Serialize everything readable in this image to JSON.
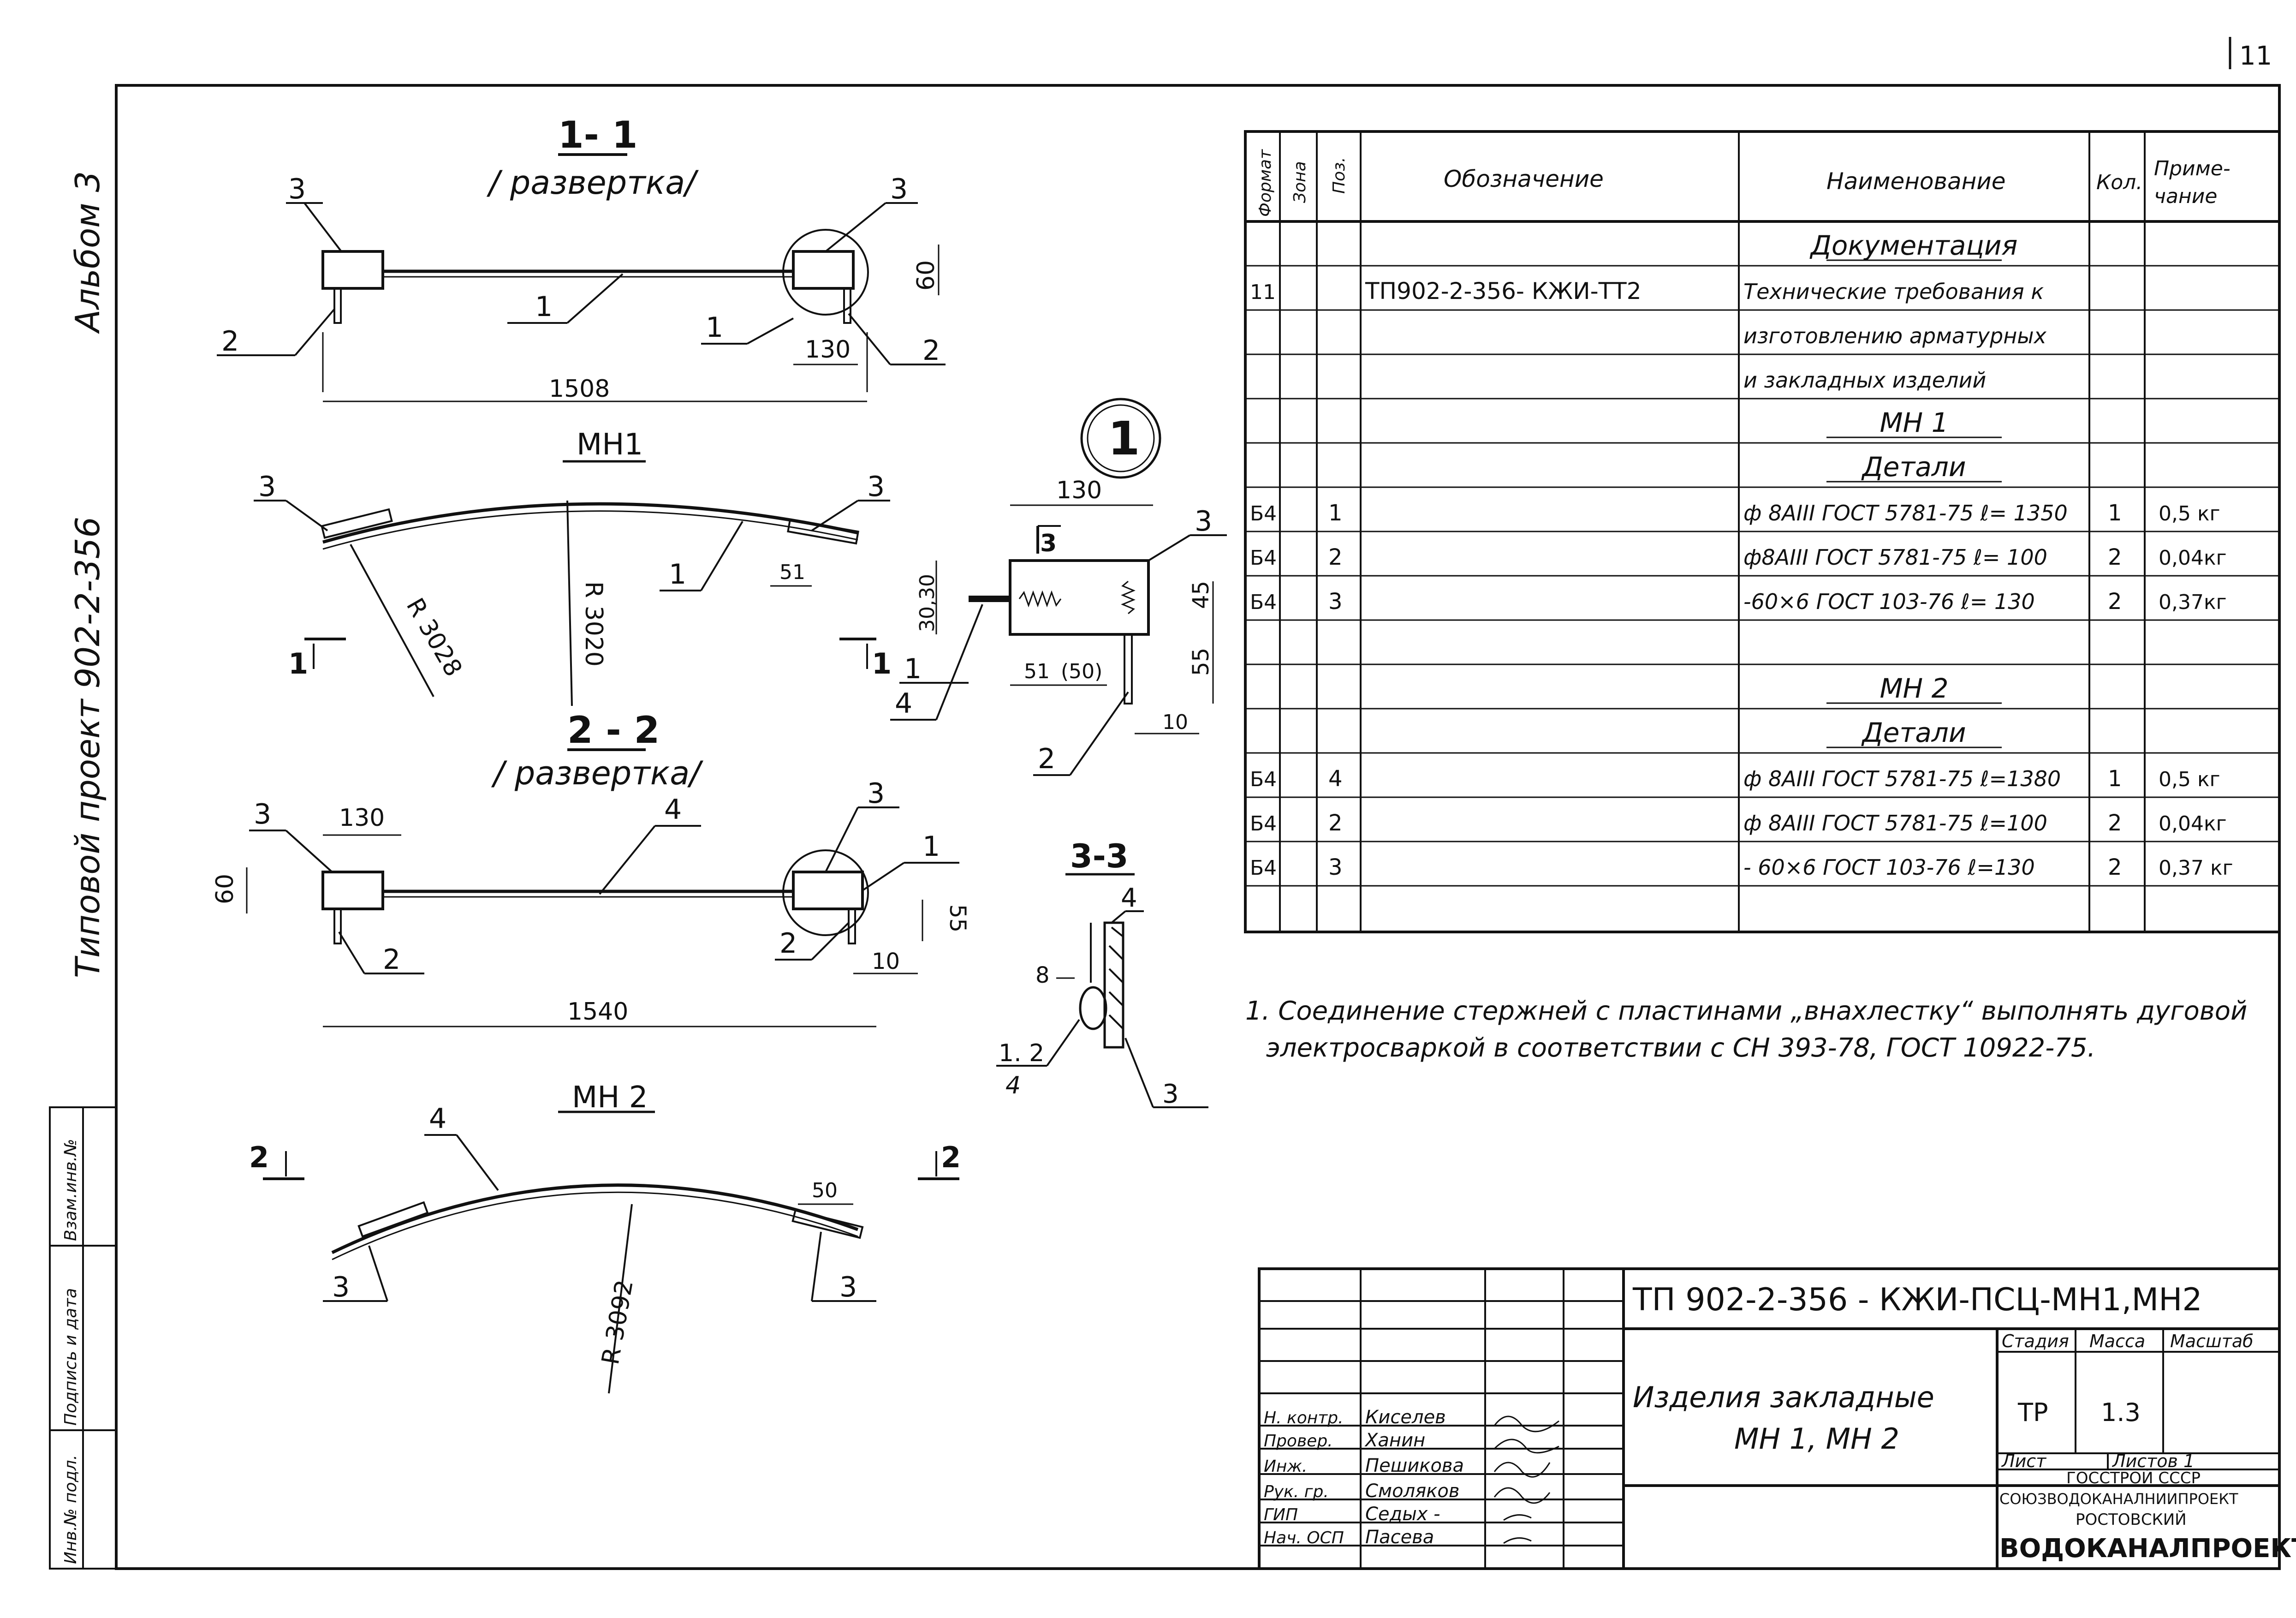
{
  "page_number": "11",
  "margin": {
    "album": "Альбом 3",
    "project": "Типовой проект 902-2-356",
    "stamp_cols": [
      "Инв.№ подл.",
      "Подпись и дата",
      "Взам.инв.№"
    ]
  },
  "views": {
    "sec11": {
      "title": "1- 1",
      "subtitle": "/ развертка/",
      "dim_len": "1508",
      "dim_w": "130",
      "dim_h": "60",
      "pos": [
        "3",
        "2",
        "1",
        "1",
        "3",
        "2"
      ]
    },
    "mn1": {
      "title": "МН1",
      "radius_inner": "R 3020",
      "radius_outer": "R 3028",
      "dim_plate": "51",
      "pos": [
        "3",
        "3",
        "1"
      ],
      "cut_left": "1",
      "cut_right": "1"
    },
    "sec22": {
      "title": "2 - 2",
      "subtitle": "/ развертка/",
      "dim_len": "1540",
      "dim_w": "130",
      "dim_h": "60",
      "dim_55": "55",
      "dim_10": "10",
      "pos": [
        "3",
        "2",
        "4",
        "3",
        "1",
        "2"
      ]
    },
    "mn2": {
      "title": "МН 2",
      "radius": "R 3092",
      "dim_plate": "50",
      "pos": [
        "4",
        "3",
        "3"
      ],
      "cut_left": "2",
      "cut_right": "2"
    },
    "node1": {
      "label": "1",
      "dim_w": "130",
      "dim_3030": "30,30",
      "dim_45": "45",
      "dim_55": "55",
      "dim_51": "51",
      "dim_50": "(50)",
      "dim_10": "10",
      "pos": [
        "3",
        "1",
        "4",
        "2"
      ],
      "cut": "3"
    },
    "sec33": {
      "title": "3-3",
      "dim_8": "8",
      "pos": [
        "4",
        "3"
      ],
      "weld": "1. 2",
      "weld2": "4"
    }
  },
  "spec": {
    "headers": {
      "format": "Формат",
      "zone": "Зона",
      "pos": "Поз.",
      "designation": "Обозначение",
      "name": "Наименование",
      "qty": "Кол.",
      "note": "Приме-\nчание"
    },
    "rows": [
      {
        "format": "",
        "pos": "",
        "designation": "",
        "name": "Документация",
        "qty": "",
        "note": "",
        "kind": "section"
      },
      {
        "format": "11",
        "pos": "",
        "designation": "ТП902-2-356-  КЖИ-ТТ2",
        "name": "Технические требования к",
        "qty": "",
        "note": "",
        "kind": "item"
      },
      {
        "format": "",
        "pos": "",
        "designation": "",
        "name": "изготовлению арматурных",
        "qty": "",
        "note": "",
        "kind": "item"
      },
      {
        "format": "",
        "pos": "",
        "designation": "",
        "name": "и закладных изделий",
        "qty": "",
        "note": "",
        "kind": "item"
      },
      {
        "format": "",
        "pos": "",
        "designation": "",
        "name": "МН 1",
        "qty": "",
        "note": "",
        "kind": "section"
      },
      {
        "format": "",
        "pos": "",
        "designation": "",
        "name": "Детали",
        "qty": "",
        "note": "",
        "kind": "section"
      },
      {
        "format": "Б4",
        "pos": "1",
        "designation": "",
        "name": "ф 8АIII   ГОСТ 5781-75  ℓ= 1350",
        "qty": "1",
        "note": "0,5 кг",
        "kind": "item"
      },
      {
        "format": "Б4",
        "pos": "2",
        "designation": "",
        "name": "ф8АIII   ГОСТ 5781-75  ℓ= 100",
        "qty": "2",
        "note": "0,04кг",
        "kind": "item"
      },
      {
        "format": "Б4",
        "pos": "3",
        "designation": "",
        "name": "-60×6    ГОСТ 103-76    ℓ= 130",
        "qty": "2",
        "note": "0,37кг",
        "kind": "item"
      },
      {
        "format": "",
        "pos": "",
        "designation": "",
        "name": "",
        "qty": "",
        "note": "",
        "kind": "item"
      },
      {
        "format": "",
        "pos": "",
        "designation": "",
        "name": "МН 2",
        "qty": "",
        "note": "",
        "kind": "section"
      },
      {
        "format": "",
        "pos": "",
        "designation": "",
        "name": "Детали",
        "qty": "",
        "note": "",
        "kind": "section"
      },
      {
        "format": "Б4",
        "pos": "4",
        "designation": "",
        "name": "ф 8АIII   ГОСТ 5781-75  ℓ=1380",
        "qty": "1",
        "note": "0,5 кг",
        "kind": "item"
      },
      {
        "format": "Б4",
        "pos": "2",
        "designation": "",
        "name": "ф 8АIII   ГОСТ 5781-75  ℓ=100",
        "qty": "2",
        "note": "0,04кг",
        "kind": "item"
      },
      {
        "format": "Б4",
        "pos": "3",
        "designation": "",
        "name": "- 60×6    ГОСТ 103-76    ℓ=130",
        "qty": "2",
        "note": "0,37 кг",
        "kind": "item"
      },
      {
        "format": "",
        "pos": "",
        "designation": "",
        "name": "",
        "qty": "",
        "note": "",
        "kind": "item"
      }
    ]
  },
  "note": {
    "line1": "1. Соединение стержней с пластинами „внахлестку“ выполнять дуговой",
    "line2": "электросваркой в соответствии с СН 393-78, ГОСТ 10922-75."
  },
  "title_block": {
    "code": "ТП 902-2-356 -      КЖИ-ПСЦ-МН1,МН2",
    "name1": "Изделия закладные",
    "name2": "МН 1,  МН 2",
    "stage_label": "Стадия",
    "mass_label": "Масса",
    "scale_label": "Масштаб",
    "stage": "ТР",
    "mass": "1.3",
    "sheet_label": "Лист",
    "sheets_label": "Листов 1",
    "org1": "ГОССТРОЙ СССР",
    "org2": "СОЮЗВОДОКАНАЛНИИПРОЕКТ",
    "org3": "РОСТОВСКИЙ",
    "org4": "ВОДОКАНАЛПРОЕКТ",
    "people": [
      {
        "role": "Н. контр.",
        "name": "Киселев"
      },
      {
        "role": "Провер.",
        "name": "Ханин"
      },
      {
        "role": "Инж.",
        "name": "Пешикова"
      },
      {
        "role": "Рук. гр.",
        "name": "Смоляков"
      },
      {
        "role": "ГИП",
        "name": "Седых -"
      },
      {
        "role": "Нач. ОСП",
        "name": "Пасева"
      }
    ]
  }
}
